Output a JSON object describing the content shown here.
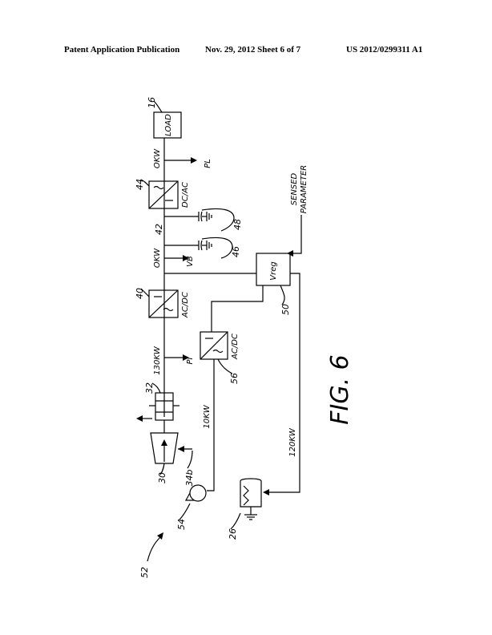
{
  "header": {
    "publication": "Patent Application Publication",
    "date_sheet": "Nov. 29, 2012   Sheet 6 of 7",
    "number": "US 2012/0299311 A1"
  },
  "figure": {
    "label": "FIG. 6"
  },
  "refs": {
    "r52": "52",
    "r16": "16",
    "r44": "44",
    "r42": "42",
    "r40": "40",
    "r32": "32",
    "r30": "30",
    "r34b": "34b",
    "r48": "48",
    "r46": "46",
    "r50": "50",
    "r56": "56",
    "r54": "54",
    "r26": "26"
  },
  "labels": {
    "load": "LOAD",
    "dcac": "DC/AC",
    "acdc_main": "AC/DC",
    "acdc_aux": "AC/DC",
    "vreg": "Vreg",
    "sensed1": "SENSED",
    "sensed2": "PARAMETER",
    "pl": "PL",
    "vb": "VB",
    "pi": "PI",
    "okw_top": "OKW",
    "okw_mid": "OKW",
    "p130": "130KW",
    "p10": "10KW",
    "p120": "120KW"
  }
}
